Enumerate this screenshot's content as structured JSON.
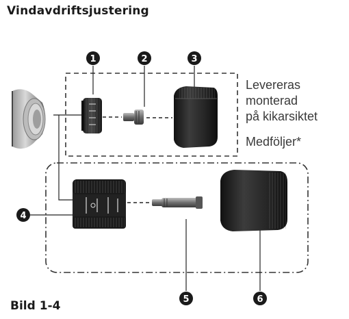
{
  "title": "Vindavdriftsjustering",
  "figure_label": "Bild 1-4",
  "notes": {
    "mounted_line1": "Levereras monterad",
    "mounted_line2": "på kikarsiktet",
    "included": "Medföljer*"
  },
  "callouts": [
    "1",
    "2",
    "3",
    "4",
    "5",
    "6"
  ],
  "colors": {
    "ink": "#1a1a1a",
    "dash": "#333333",
    "part_dark": "#2a2a2a",
    "text_gray": "#3a3a3a"
  }
}
